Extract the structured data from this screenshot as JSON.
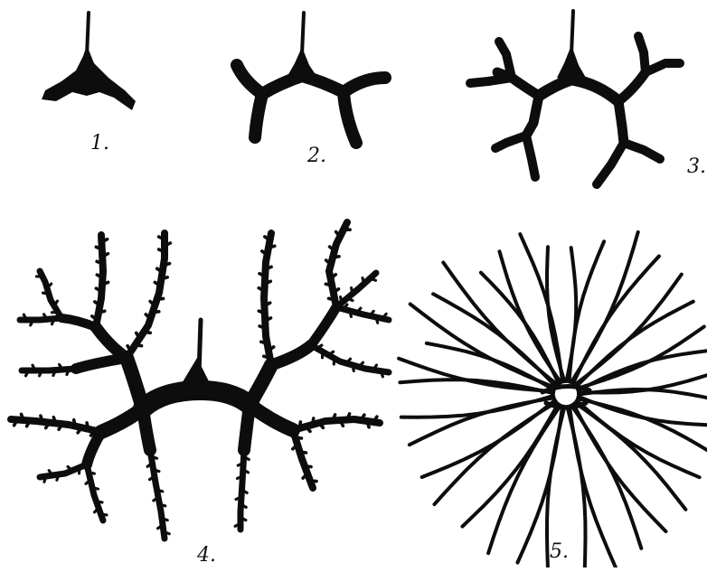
{
  "plate": {
    "ink_color": "#0d0d0d",
    "paper_color": "#ffffff",
    "figures": [
      {
        "id": "1",
        "label": "1.",
        "stage": 1
      },
      {
        "id": "2",
        "label": "2.",
        "stage": 2
      },
      {
        "id": "3",
        "label": "3.",
        "stage": 3
      },
      {
        "id": "4",
        "label": "4.",
        "stage": 4
      },
      {
        "id": "5",
        "label": "5.",
        "stage": 5
      }
    ]
  }
}
